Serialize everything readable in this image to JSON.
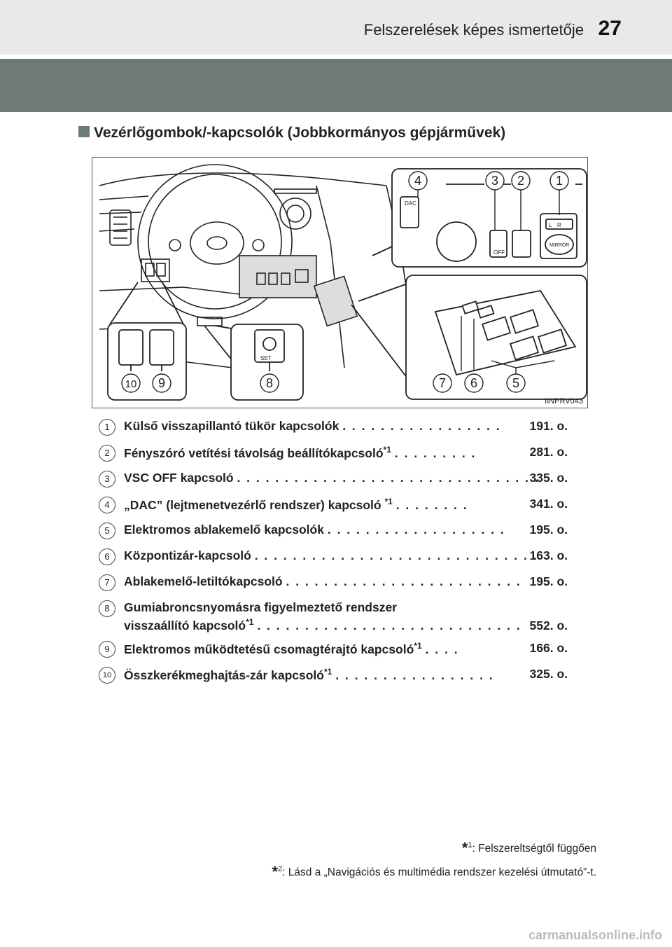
{
  "header": {
    "title": "Felszerelések képes ismertetője",
    "page_number": "27"
  },
  "section": {
    "title": "Vezérlőgombok/-kapcsolók (Jobbkormányos gépjárművek)"
  },
  "figure": {
    "code": "IINPRV043",
    "callouts": [
      "1",
      "2",
      "3",
      "4",
      "5",
      "6",
      "7",
      "8",
      "9",
      "10"
    ],
    "switch_labels": {
      "dac": "DAC",
      "vsc_off": "OFF",
      "mirror": "MIRROR",
      "mirror_l": "L",
      "mirror_r": "R",
      "tpws_set": "SET"
    }
  },
  "items": [
    {
      "num": "1",
      "text": "Külső visszapillantó tükör kapcsolók",
      "sup": "",
      "dots": ". . . . . . . . . . . . . . . . .",
      "page": "191. o."
    },
    {
      "num": "2",
      "text": "Fényszóró vetítési távolság beállítókapcsoló",
      "sup": "*1",
      "dots": ". . . . . . . . .",
      "page": "281. o."
    },
    {
      "num": "3",
      "text": "VSC OFF kapcsoló",
      "sup": "",
      "dots": ". . . . . . . . . . . . . . . . . . . . . . . . . . . . . . . .",
      "page": "335. o."
    },
    {
      "num": "4",
      "text": "„DAC” (lejtmenetvezérlő rendszer) kapcsoló",
      "sup": "*1",
      "dots": ". . . . . . . .",
      "page": "341. o."
    },
    {
      "num": "5",
      "text": "Elektromos ablakemelő kapcsolók",
      "sup": "",
      "dots": ". . . . . . . . . . . . . . . . . . .",
      "page": "195. o."
    },
    {
      "num": "6",
      "text": "Központizár-kapcsoló",
      "sup": "",
      "dots": ". . . . . . . . . . . . . . . . . . . . . . . . . . . . . .",
      "page": "163. o."
    },
    {
      "num": "7",
      "text": "Ablakemelő-letiltókapcsoló",
      "sup": "",
      "dots": ". . . . . . . . . . . . . . . . . . . . . . . . .",
      "page": "195. o."
    },
    {
      "num": "8",
      "text": "Gumiabroncsnyomásra figyelmeztető rendszer",
      "line2": "visszaállító kapcsoló",
      "sup": "*1",
      "dots": ". . . . . . . . . . . . . . . . . . . . . . . . . . . .",
      "page": "552. o."
    },
    {
      "num": "9",
      "text": "Elektromos működtetésű csomagtérajtó kapcsoló",
      "sup": "*1",
      "dots": ". . . .",
      "page": "166. o."
    },
    {
      "num": "10",
      "text": "Összkerékmeghajtás-zár kapcsoló",
      "sup": "*1",
      "dots": ". . . . . . . . . . . . . . . . .",
      "page": "325. o."
    }
  ],
  "footnotes": [
    {
      "mark": "*",
      "num": "1",
      "text": ": Felszereltségtől függően"
    },
    {
      "mark": "*",
      "num": "2",
      "text": ": Lásd a „Navigációs és multimédia rendszer kezelési útmutató”-t."
    }
  ],
  "watermark": "carmanualsonline.info"
}
